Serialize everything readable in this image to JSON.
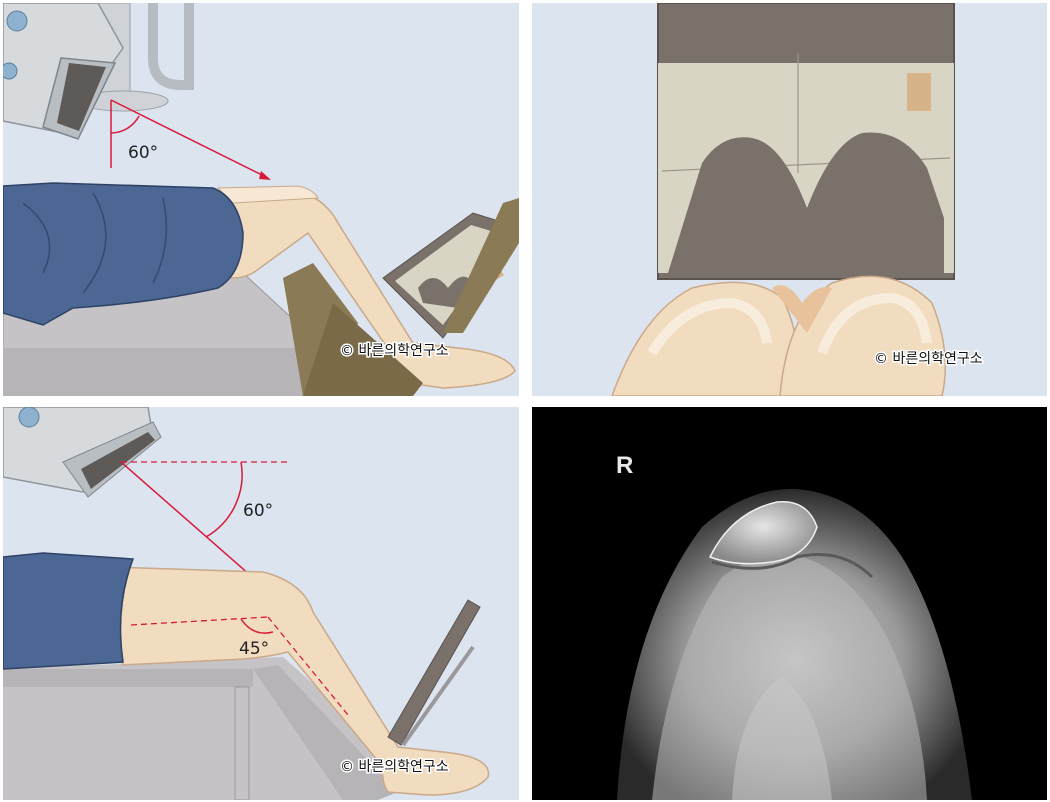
{
  "panels": {
    "p1": {
      "angle_label": "60°",
      "copyright": "© 바른의학연구소"
    },
    "p2": {
      "copyright": "© 바른의학연구소"
    },
    "p3": {
      "angle_top": "60°",
      "angle_knee": "45°",
      "copyright": "© 바른의학연구소"
    },
    "p4": {
      "side_marker": "R"
    }
  },
  "colors": {
    "panel_bg": "#dce4ef",
    "beam": "#d9193a",
    "shorts": "#4c6794",
    "skin": "#f2dcc0",
    "table": "#c5c3c6",
    "film_frame": "#7b716b",
    "xray_bg": "#000000"
  }
}
